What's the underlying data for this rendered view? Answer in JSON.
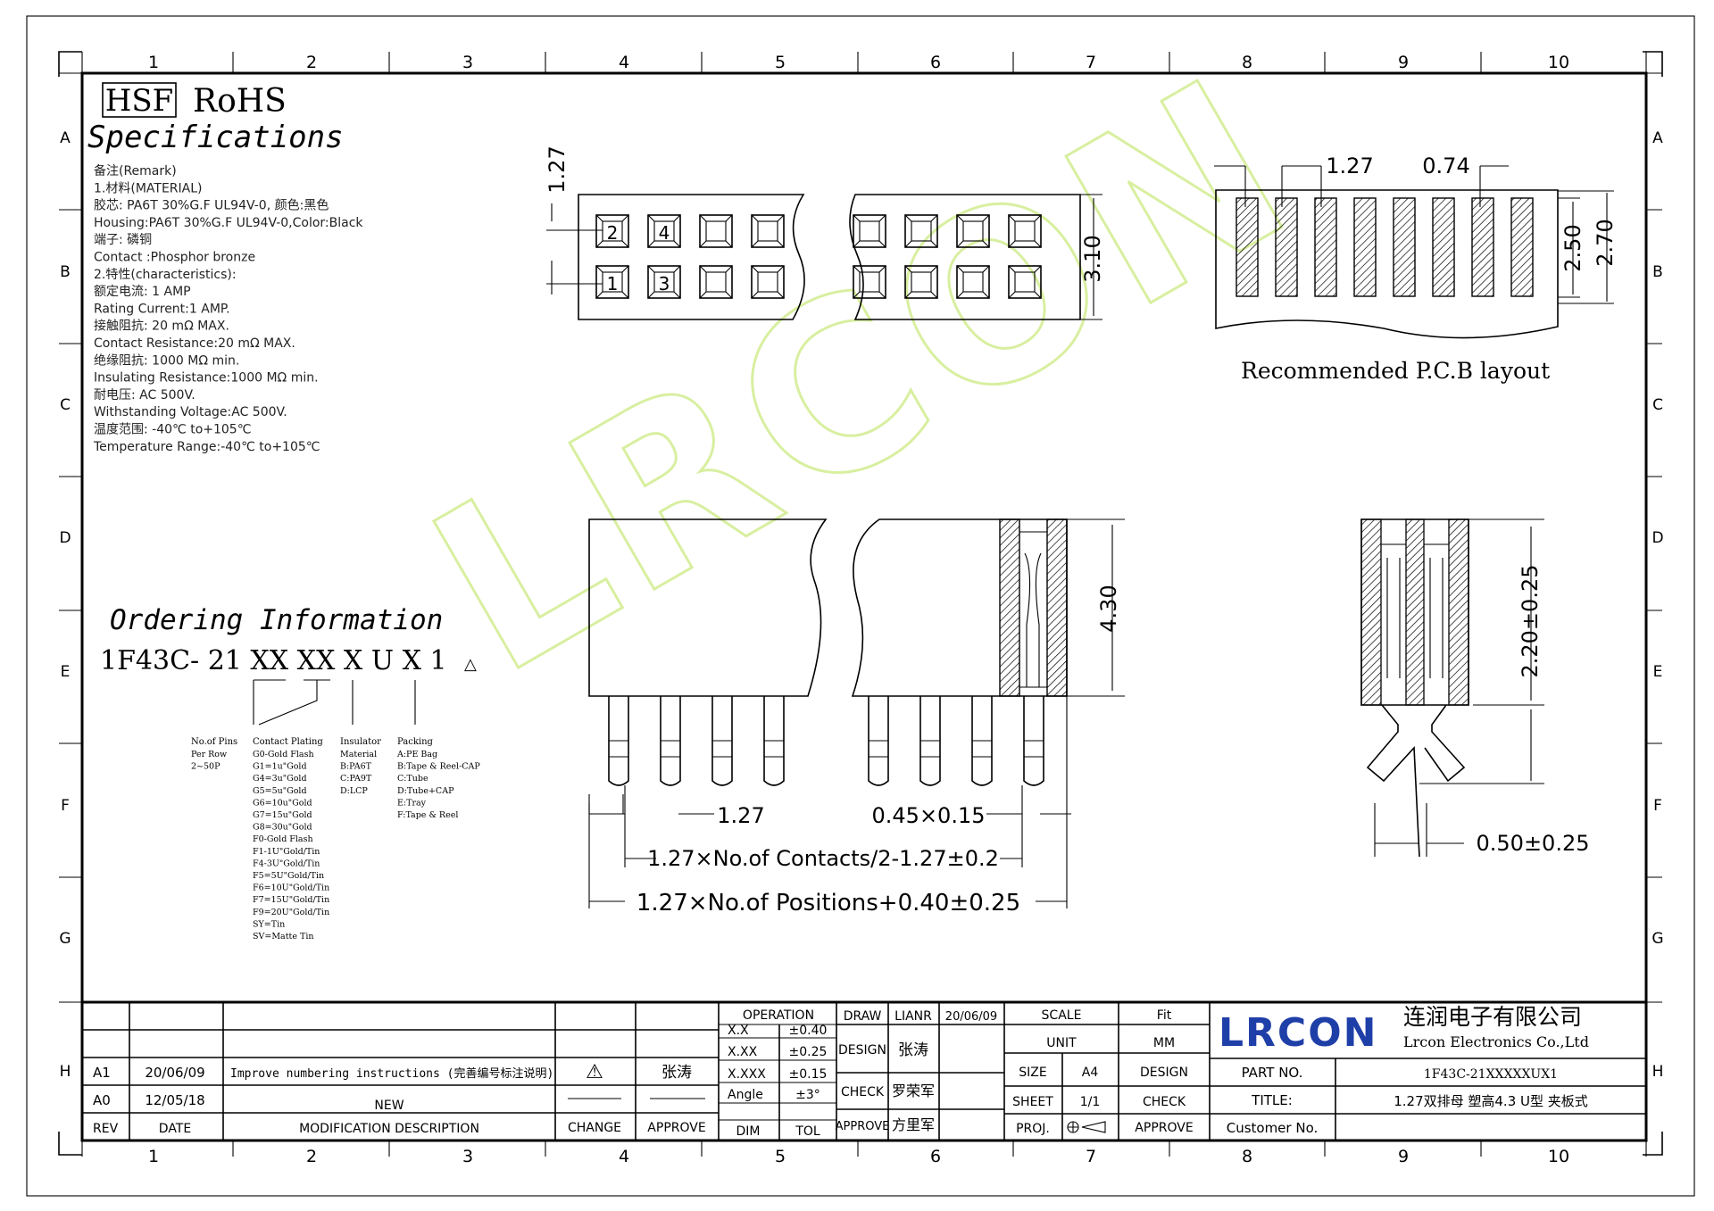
{
  "header": {
    "hsf": "HSF",
    "rohs": "RoHS",
    "specifications": "Specifications"
  },
  "specs": [
    "备注(Remark)",
    "1.材料(MATERIAL)",
    "胶芯: PA6T 30%G.F UL94V-0, 颜色:黑色",
    "Housing:PA6T 30%G.F UL94V-0,Color:Black",
    "端子: 磷铜",
    "Contact :Phosphor bronze",
    "2.特性(characteristics):",
    "额定电流: 1 AMP",
    "Rating Current:1 AMP.",
    "接触阻抗: 20 mΩ MAX.",
    "Contact Resistance:20 mΩ MAX.",
    "绝缘阻抗: 1000 MΩ min.",
    "Insulating Resistance:1000 MΩ min.",
    "耐电压: AC 500V.",
    "Withstanding Voltage:AC 500V.",
    "温度范围: -40℃ to+105℃",
    "Temperature Range:-40℃ to+105℃"
  ],
  "grid": {
    "cols": [
      "1",
      "2",
      "3",
      "4",
      "5",
      "6",
      "7",
      "8",
      "9",
      "10"
    ],
    "rows": [
      "A",
      "B",
      "C",
      "D",
      "E",
      "F",
      "G",
      "H"
    ]
  },
  "top_view": {
    "pin_labels": [
      "2",
      "4",
      "1",
      "3"
    ],
    "dim_pitch": "1.27",
    "dim_width": "3.10"
  },
  "pcb": {
    "dim_pitch": "1.27",
    "dim_pad": "0.74",
    "dim_2_50": "2.50",
    "dim_2_70": "2.70",
    "caption": "Recommended P.C.B layout"
  },
  "side_view": {
    "dim_height": "4.30",
    "dim_pitch": "1.27",
    "dim_pin": "0.45×0.15",
    "dim_contacts": "1.27×No.of Contacts/2-1.27±0.2",
    "dim_positions": "1.27×No.of Positions+0.40±0.25"
  },
  "section_view": {
    "dim_2_20": "2.20±0.25",
    "dim_0_50": "0.50±0.25"
  },
  "ordering": {
    "title": "Ordering Information",
    "code": "1F43C- 21 XX XX X U X 1",
    "legend": [
      {
        "title": "No.of Pins",
        "lines": [
          "Per Row",
          "2~50P"
        ]
      },
      {
        "title": "Contact Plating",
        "lines": [
          "G0-Gold Flash",
          "G1=1u\"Gold",
          "G4=3u\"Gold",
          "G5=5u\"Gold",
          "G6=10u\"Gold",
          "G7=15u\"Gold",
          "G8=30u\"Gold",
          "F0-Gold Flash",
          "F1-1U\"Gold/Tin",
          "F4-3U\"Gold/Tin",
          "F5=5U\"Gold/Tin",
          "F6=10U\"Gold/Tin",
          "F7=15U\"Gold/Tin",
          "F9=20U\"Gold/Tin",
          "SY=Tin",
          "SV=Matte Tin"
        ]
      },
      {
        "title": "Insulator",
        "lines": [
          "Material",
          "B:PA6T",
          "C:PA9T",
          "D:LCP"
        ]
      },
      {
        "title": "Packing",
        "lines": [
          "A:PE Bag",
          "B:Tape & Reel-CAP",
          "C:Tube",
          "D:Tube+CAP",
          "E:Tray",
          "F:Tape & Reel"
        ]
      }
    ]
  },
  "watermark": "LRCON",
  "title_block": {
    "revisions": [
      {
        "rev": "A1",
        "date": "20/06/09",
        "desc": "Improve numbering instructions (完善编号标注说明)",
        "change": "⚠",
        "approve": "张涛"
      },
      {
        "rev": "A0",
        "date": "12/05/18",
        "desc": "NEW",
        "change": "",
        "approve": ""
      }
    ],
    "headers": {
      "rev": "REV",
      "date": "DATE",
      "desc": "MODIFICATION DESCRIPTION",
      "change": "CHANGE",
      "approve": "APPROVE"
    },
    "tolerance": {
      "operation": "OPERATION",
      "rows": [
        [
          "X.X",
          "±0.40"
        ],
        [
          "X.XX",
          "±0.25"
        ],
        [
          "X.XXX",
          "±0.15"
        ],
        [
          "Angle",
          "±3°"
        ]
      ],
      "dim": "DIM",
      "tol": "TOL"
    },
    "signatures": {
      "draw": "DRAW",
      "draw_name": "LIANR",
      "draw_date": "20/06/09",
      "design": "DESIGN",
      "design_name": "张涛",
      "check": "CHECK",
      "check_name": "罗荣军",
      "approve": "APPROVE",
      "approve_name": "方里军"
    },
    "scale": "SCALE",
    "scale_val": "Fit",
    "unit": "UNIT",
    "unit_val": "MM",
    "size": "SIZE",
    "size_val": "A4",
    "sheet": "SHEET",
    "sheet_val": "1/1",
    "proj": "PROJ.",
    "design2": "DESIGN",
    "check2": "CHECK",
    "approve2": "APPROVE",
    "company_logo": "LRCON",
    "company_cn": "连润电子有限公司",
    "company_en": "Lrcon Electronics Co.,Ltd",
    "part_no_label": "PART NO.",
    "part_no": "1F43C-21XXXXXUX1",
    "title_label": "TITLE:",
    "title": "1.27双排母 塑高4.3 U型 夹板式",
    "customer_label": "Customer No."
  },
  "colors": {
    "line": "#000000",
    "logo": "#1f3fa8",
    "watermark": "#d8efa0"
  }
}
